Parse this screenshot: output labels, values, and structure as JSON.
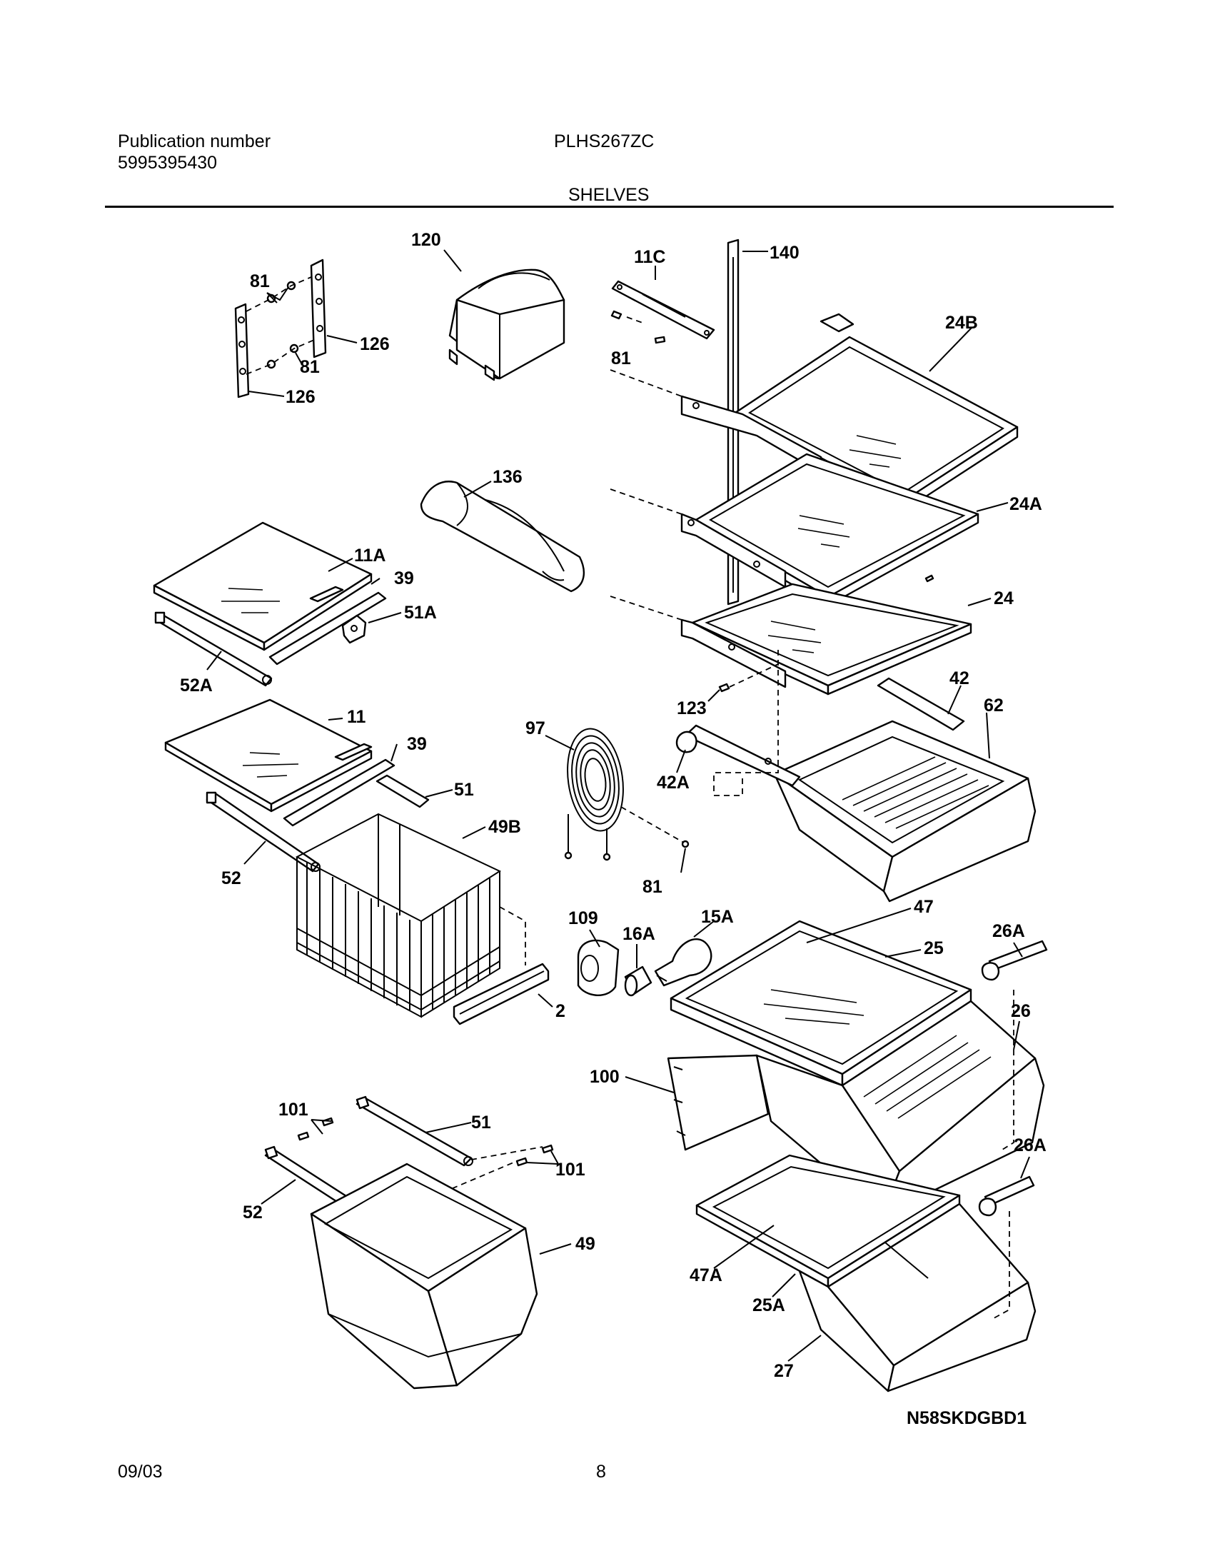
{
  "header": {
    "publication_label": "Publication number",
    "publication_number": "5995395430",
    "model": "PLHS267ZC",
    "section": "SHELVES"
  },
  "parts": {
    "p140": "140",
    "p11C": "11C",
    "p24B": "24B",
    "p120": "120",
    "p81_top_left": "81",
    "p126_upper": "126",
    "p81_mid_left": "81",
    "p126_lower": "126",
    "p81_top_right": "81",
    "p136": "136",
    "p24A": "24A",
    "p11A": "11A",
    "p39_upper": "39",
    "p51A": "51A",
    "p52A": "52A",
    "p24": "24",
    "p123": "123",
    "p42": "42",
    "p62": "62",
    "p11": "11",
    "p39_lower": "39",
    "p97": "97",
    "p42A": "42A",
    "p51_upper": "51",
    "p49B": "49B",
    "p52_upper": "52",
    "p81_lamp": "81",
    "p109": "109",
    "p16A": "16A",
    "p15A": "15A",
    "p47": "47",
    "p25": "25",
    "p26A_upper": "26A",
    "p2": "2",
    "p26": "26",
    "p100": "100",
    "p101_left": "101",
    "p51_lower": "51",
    "p101_right": "101",
    "p26A_lower": "26A",
    "p52_lower": "52",
    "p49": "49",
    "p47A": "47A",
    "p25A": "25A",
    "p27": "27"
  },
  "footer": {
    "diagram_code": "N58SKDGBD1",
    "date": "09/03",
    "page_number": "8"
  }
}
